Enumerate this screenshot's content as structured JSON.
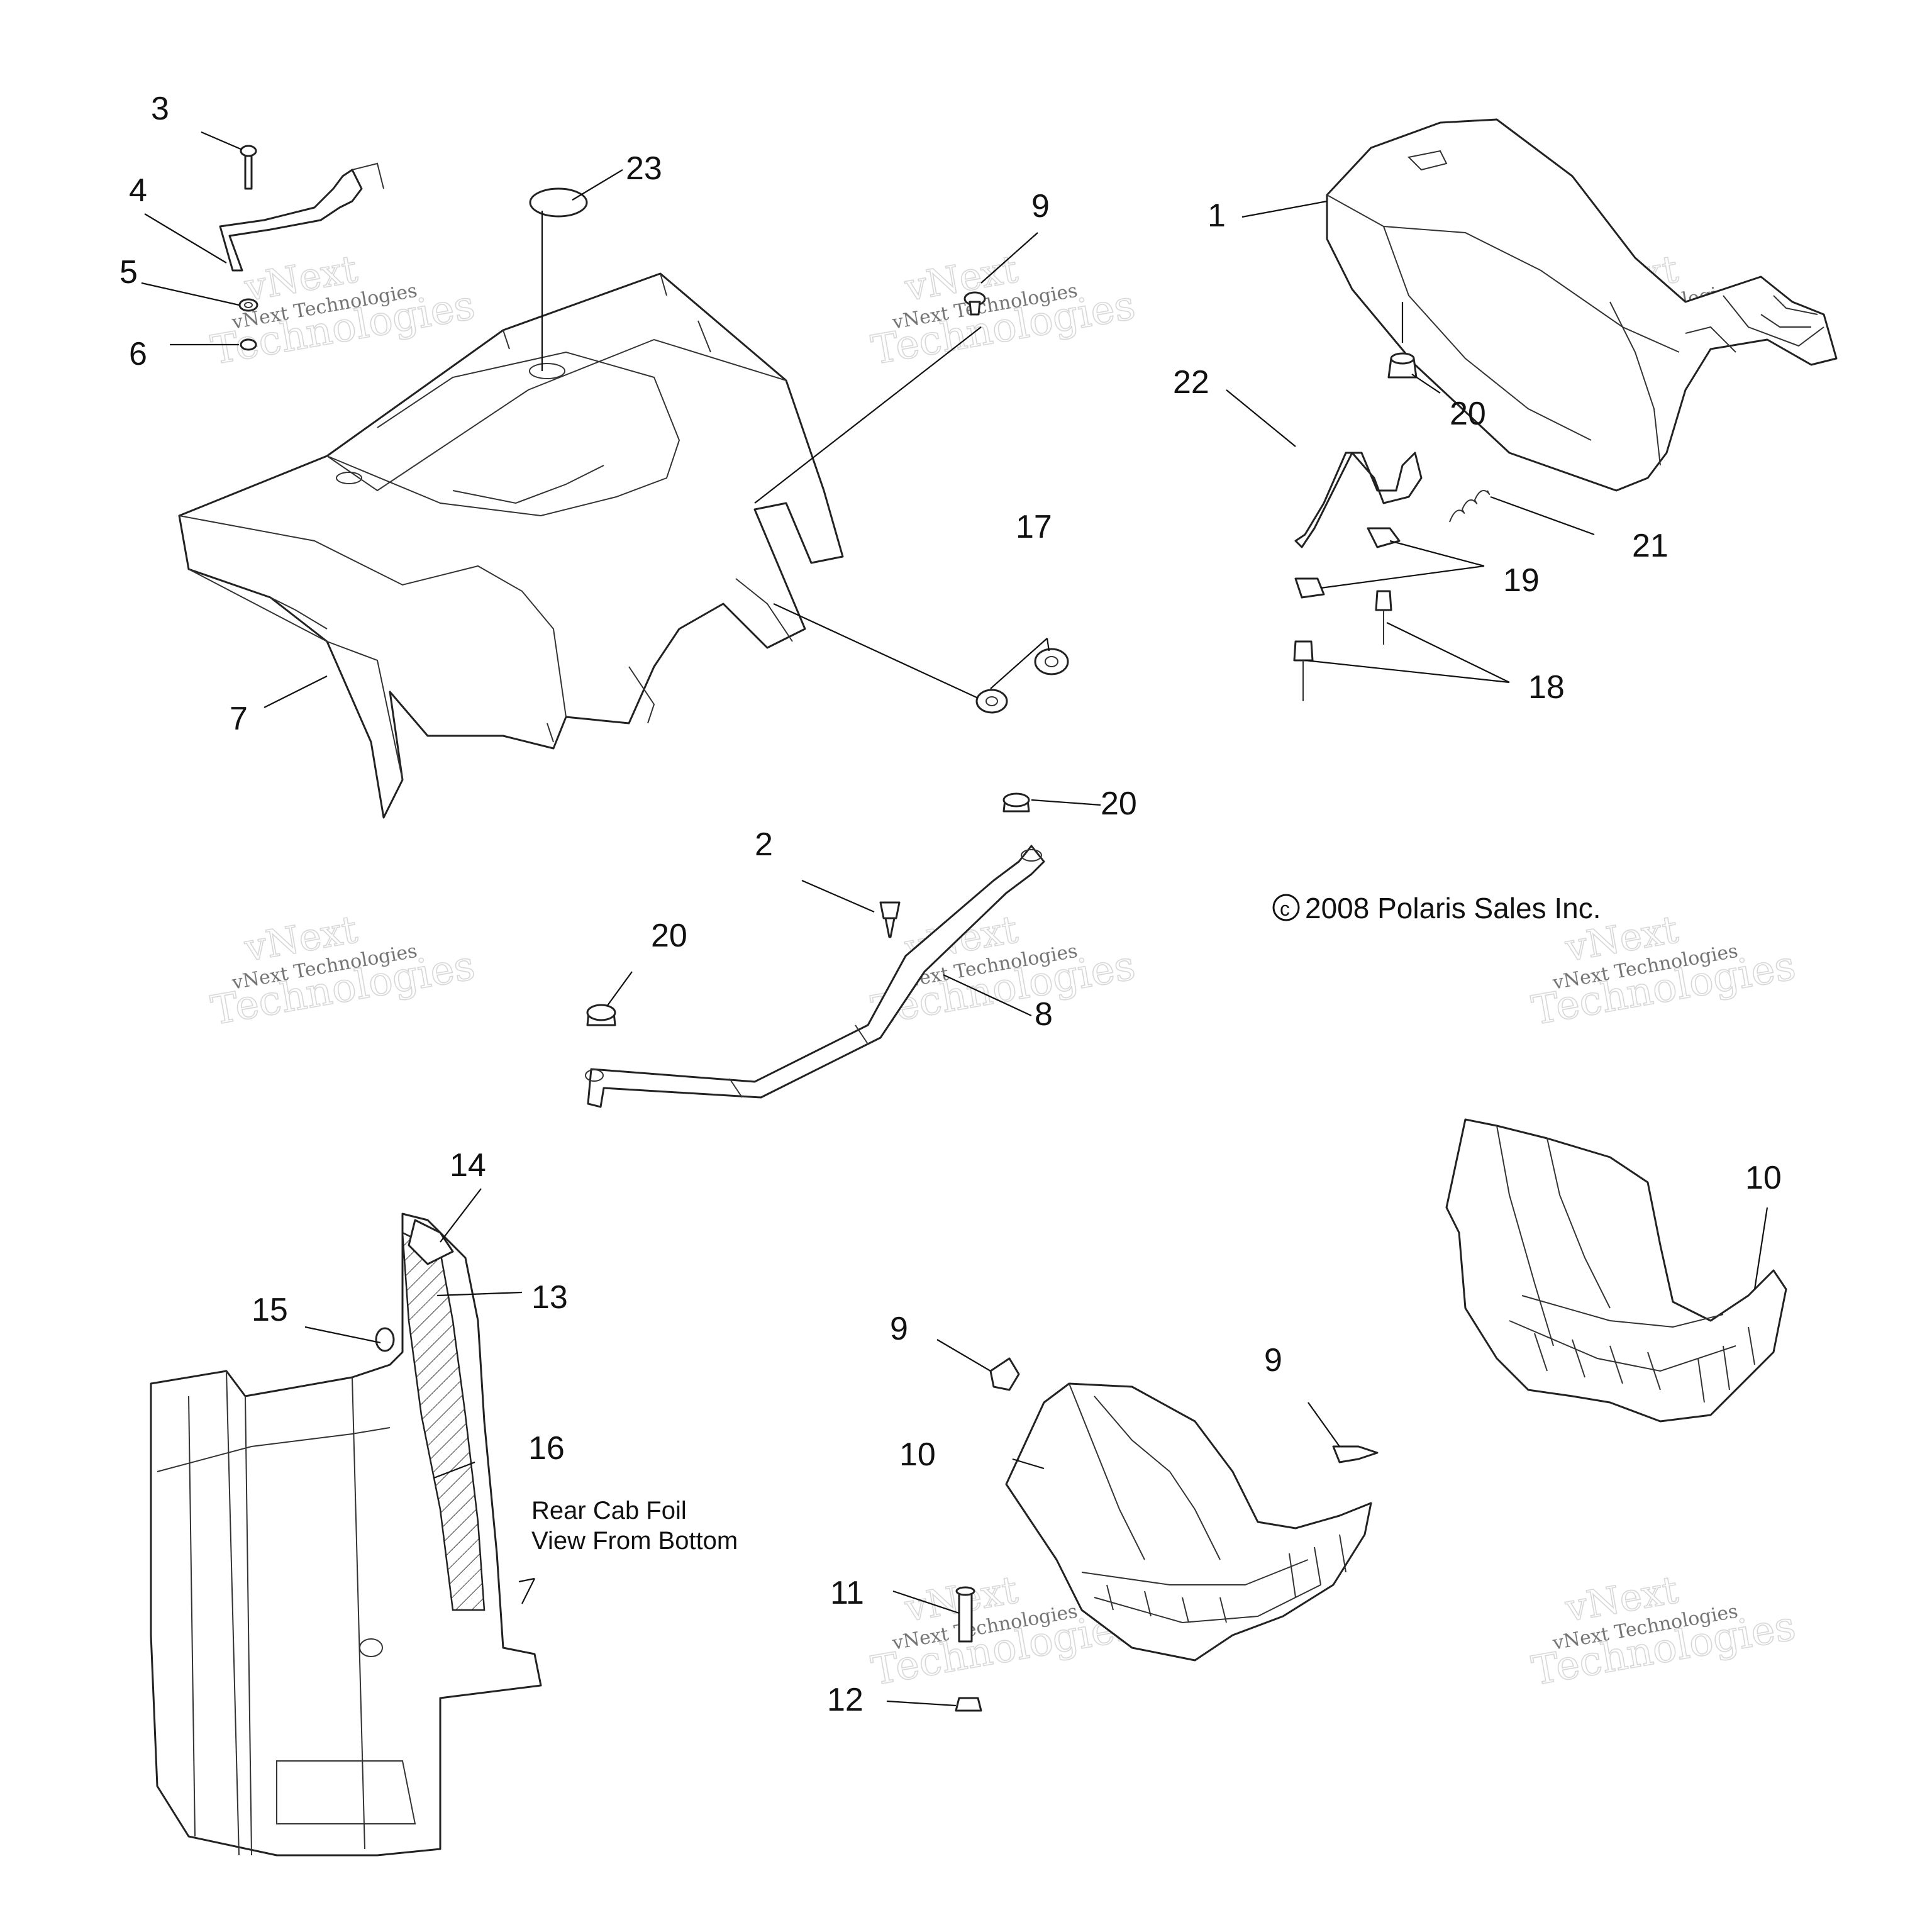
{
  "callouts": {
    "c1": "1",
    "c2": "2",
    "c3": "3",
    "c4": "4",
    "c5": "5",
    "c6": "6",
    "c7": "7",
    "c8": "8",
    "c9a": "9",
    "c9b": "9",
    "c9c": "9",
    "c10a": "10",
    "c10b": "10",
    "c11": "11",
    "c12": "12",
    "c13": "13",
    "c14": "14",
    "c15": "15",
    "c16": "16",
    "c17": "17",
    "c18": "18",
    "c19": "19",
    "c20a": "20",
    "c20b": "20",
    "c20c": "20",
    "c21": "21",
    "c22": "22",
    "c23": "23"
  },
  "captions": {
    "rear_cab_line1": "Rear Cab Foil",
    "rear_cab_line2": "View From Bottom"
  },
  "copyright": "2008 Polaris Sales Inc.",
  "watermark": {
    "line1": "vNext",
    "line2": "vNext Technologies",
    "line3": "Technologies"
  }
}
